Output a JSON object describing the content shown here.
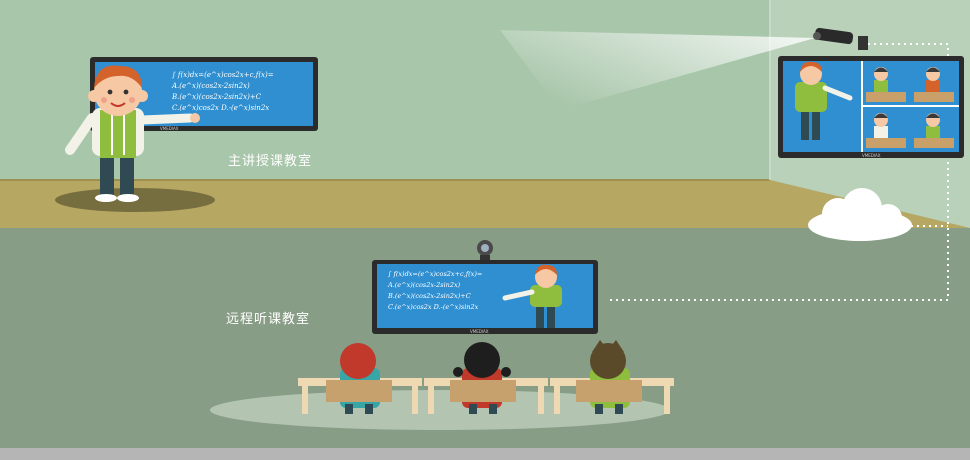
{
  "labels": {
    "main_classroom": "主讲授课教室",
    "remote_classroom": "远程听课教室"
  },
  "brand": "VMEDIAX",
  "board_formulas": [
    "∫ f(x)dx=(e^x)cos2x+c,f(x)=",
    "A.(e^x)(cos2x-2sin2x)",
    "B.(e^x)(cos2x-2sin2x)+C",
    "C.(e^x)cos2x  D.-(e^x)sin2x"
  ],
  "colors": {
    "upper_wall": "#a7c6a9",
    "floor_band": "#b7a563",
    "lower_wall": "#869d84",
    "screen_blue": "#2f8fd0",
    "bezel": "#2b2b2b"
  }
}
